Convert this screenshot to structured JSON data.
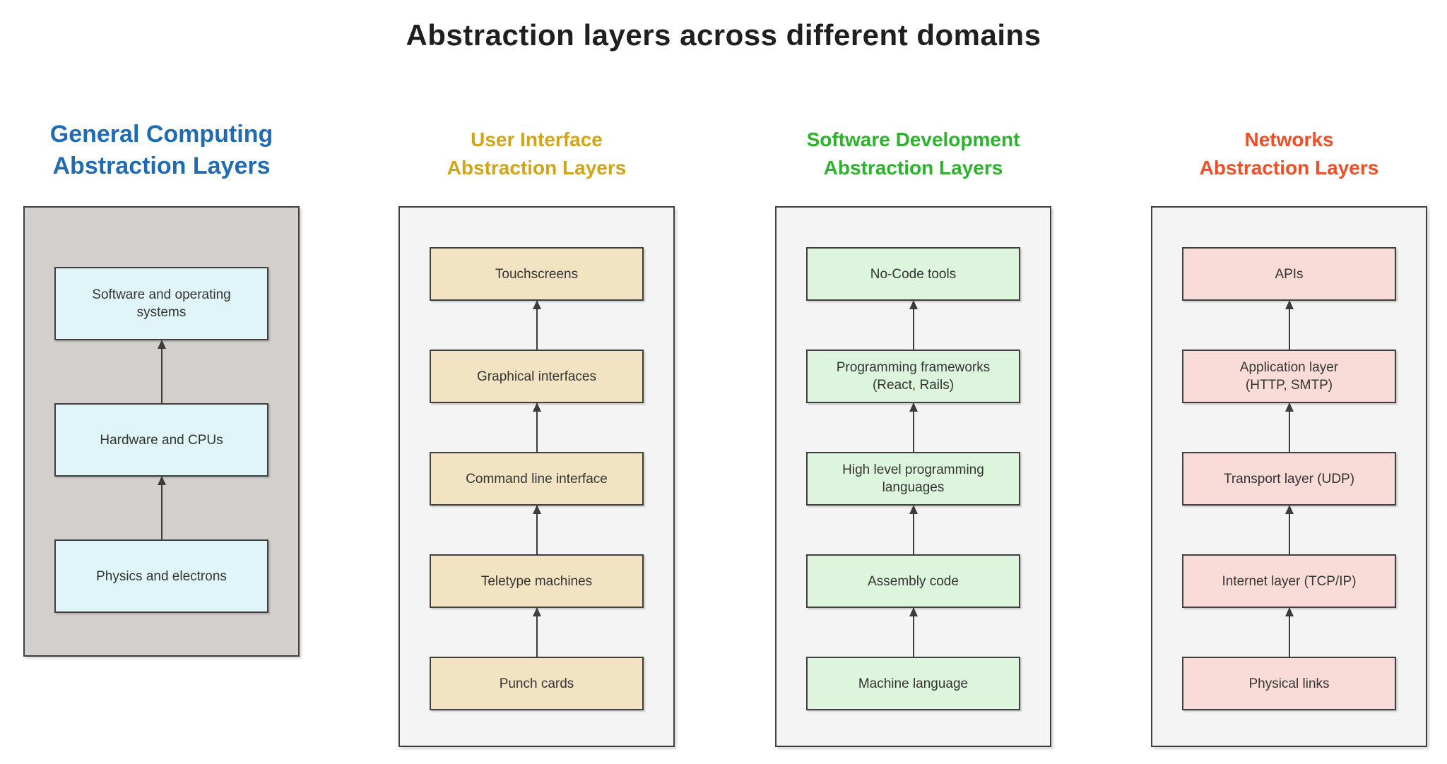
{
  "page": {
    "title": "Abstraction layers across different domains"
  },
  "colors": {
    "main_title": "#1f1f1f",
    "box_border": "#3f3f3f",
    "box_text": "#343434",
    "arrow": "#3c3c3c"
  },
  "columns": [
    {
      "title_lines": [
        "General Computing",
        "Abstraction Layers"
      ],
      "title_color": "#1f6cb5",
      "container_fill": "#d3cfcc",
      "box_fill": "#dff5f8",
      "boxes": [
        {
          "lines": [
            "Software and operating",
            "systems"
          ]
        },
        {
          "lines": [
            "Hardware and CPUs"
          ]
        },
        {
          "lines": [
            "Physics and electrons"
          ]
        }
      ]
    },
    {
      "title_lines": [
        "User Interface",
        "Abstraction Layers"
      ],
      "title_color": "#d2a419",
      "container_fill": "#f5f4f4",
      "box_fill": "#f2e4c3",
      "boxes": [
        {
          "lines": [
            "Touchscreens"
          ]
        },
        {
          "lines": [
            "Graphical interfaces"
          ]
        },
        {
          "lines": [
            "Command line interface"
          ]
        },
        {
          "lines": [
            "Teletype machines"
          ]
        },
        {
          "lines": [
            "Punch cards"
          ]
        }
      ]
    },
    {
      "title_lines": [
        "Software Development",
        "Abstraction Layers"
      ],
      "title_color": "#2bb32b",
      "container_fill": "#f5f4f4",
      "box_fill": "#dcf5dc",
      "boxes": [
        {
          "lines": [
            "No-Code tools"
          ]
        },
        {
          "lines": [
            "Programming frameworks",
            "(React, Rails)"
          ]
        },
        {
          "lines": [
            "High level programming",
            "languages"
          ]
        },
        {
          "lines": [
            "Assembly code"
          ]
        },
        {
          "lines": [
            "Machine language"
          ]
        }
      ]
    },
    {
      "title_lines": [
        "Networks",
        "Abstraction Layers"
      ],
      "title_color": "#f14e27",
      "container_fill": "#f5f4f4",
      "box_fill": "#f9dcd8",
      "boxes": [
        {
          "lines": [
            "APIs"
          ]
        },
        {
          "lines": [
            "Application layer",
            "(HTTP, SMTP)"
          ]
        },
        {
          "lines": [
            "Transport layer (UDP)"
          ]
        },
        {
          "lines": [
            "Internet layer (TCP/IP)"
          ]
        },
        {
          "lines": [
            "Physical links"
          ]
        }
      ]
    }
  ]
}
